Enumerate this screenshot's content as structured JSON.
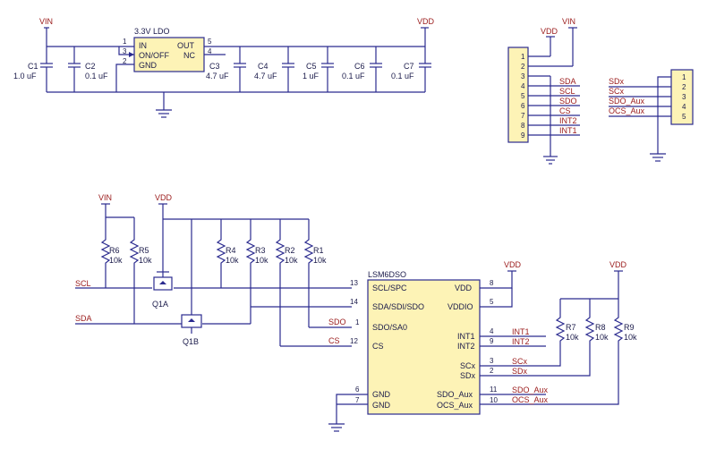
{
  "power_nets": {
    "vin": "VIN",
    "vdd": "VDD"
  },
  "ldo": {
    "title": "3.3V LDO",
    "pins_left": [
      "IN",
      "ON/OFF",
      "GND"
    ],
    "pins_right": [
      "OUT",
      "NC"
    ],
    "pin_numbers": [
      "1",
      "3",
      "2",
      "5",
      "4"
    ]
  },
  "ldo_caps": [
    {
      "ref": "C1",
      "value": "1.0 uF"
    },
    {
      "ref": "C2",
      "value": "0.1 uF"
    },
    {
      "ref": "C3",
      "value": "4.7 uF"
    },
    {
      "ref": "C4",
      "value": "4.7 uF"
    },
    {
      "ref": "C5",
      "value": "1 uF"
    },
    {
      "ref": "C6",
      "value": "0.1 uF"
    },
    {
      "ref": "C7",
      "value": "0.1 uF"
    }
  ],
  "header9": {
    "pin_numbers": [
      "1",
      "2",
      "3",
      "4",
      "5",
      "6",
      "7",
      "8",
      "9"
    ],
    "net_labels": [
      "SDA",
      "SCL",
      "SDO",
      "CS",
      "INT2",
      "INT1"
    ]
  },
  "header5": {
    "pin_numbers": [
      "1",
      "2",
      "3",
      "4",
      "5"
    ],
    "net_labels": [
      "SDx",
      "SCx",
      "SDO_Aux",
      "OCS_Aux"
    ]
  },
  "resistors": [
    {
      "ref": "R6",
      "value": "10k"
    },
    {
      "ref": "R5",
      "value": "10k"
    },
    {
      "ref": "R4",
      "value": "10k"
    },
    {
      "ref": "R3",
      "value": "10k"
    },
    {
      "ref": "R2",
      "value": "10k"
    },
    {
      "ref": "R1",
      "value": "10k"
    },
    {
      "ref": "R7",
      "value": "10k"
    },
    {
      "ref": "R8",
      "value": "10k"
    },
    {
      "ref": "R9",
      "value": "10k"
    }
  ],
  "mosfets": [
    "Q1A",
    "Q1B"
  ],
  "bus_labels": {
    "scl": "SCL",
    "sda": "SDA",
    "sdo": "SDO",
    "cs": "CS"
  },
  "imu": {
    "title": "LSM6DSO",
    "left_pins": [
      {
        "num": "13",
        "name": "SCL/SPC"
      },
      {
        "num": "14",
        "name": "SDA/SDI/SDO"
      },
      {
        "num": "1",
        "name": "SDO/SA0"
      },
      {
        "num": "12",
        "name": "CS"
      },
      {
        "num": "6",
        "name": "GND"
      },
      {
        "num": "7",
        "name": "GND"
      }
    ],
    "right_pins": [
      {
        "num": "8",
        "name": "VDD"
      },
      {
        "num": "5",
        "name": "VDDIO"
      },
      {
        "num": "4",
        "name": "INT1",
        "net": "INT1"
      },
      {
        "num": "9",
        "name": "INT2",
        "net": "INT2"
      },
      {
        "num": "3",
        "name": "SCx",
        "net": "SCx"
      },
      {
        "num": "2",
        "name": "SDx",
        "net": "SDx"
      },
      {
        "num": "11",
        "name": "SDO_Aux",
        "net": "SDO_Aux"
      },
      {
        "num": "10",
        "name": "OCS_Aux",
        "net": "OCS_Aux"
      }
    ]
  }
}
